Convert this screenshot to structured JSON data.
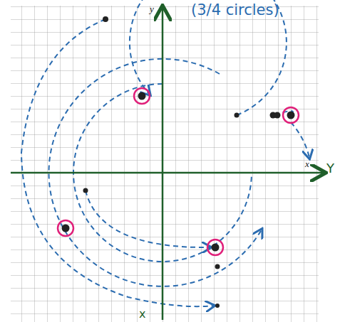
{
  "diagram": {
    "labels": [
      "(3/4 circles)",
      "y",
      "x",
      "Y",
      "x"
    ]
  }
}
